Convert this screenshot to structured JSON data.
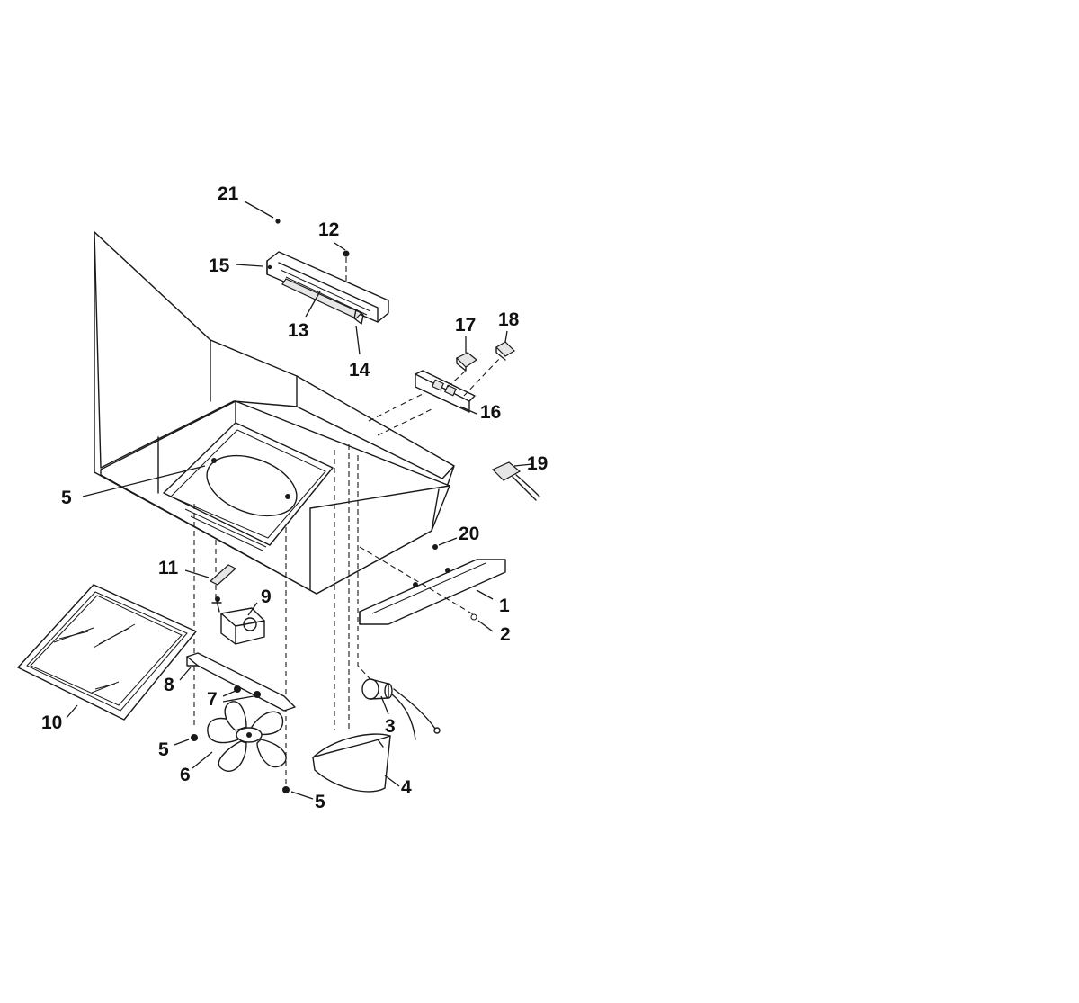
{
  "diagram": {
    "type": "exploded-parts-diagram",
    "parts": [
      {
        "id": "p1",
        "label": "1",
        "icon": "filter-bracket"
      },
      {
        "id": "p2",
        "label": "2",
        "icon": "screw"
      },
      {
        "id": "p3",
        "label": "3",
        "icon": "lamp-socket"
      },
      {
        "id": "p4",
        "label": "4",
        "icon": "duct-cover"
      },
      {
        "id": "p5a",
        "label": "5",
        "icon": "screw"
      },
      {
        "id": "p5b",
        "label": "5",
        "icon": "screw"
      },
      {
        "id": "p5c",
        "label": "5",
        "icon": "screw"
      },
      {
        "id": "p6",
        "label": "6",
        "icon": "fan-blade"
      },
      {
        "id": "p7",
        "label": "7",
        "icon": "nut"
      },
      {
        "id": "p8",
        "label": "8",
        "icon": "motor-bracket"
      },
      {
        "id": "p9",
        "label": "9",
        "icon": "motor"
      },
      {
        "id": "p10",
        "label": "10",
        "icon": "grease-filter"
      },
      {
        "id": "p11",
        "label": "11",
        "icon": "clip"
      },
      {
        "id": "p12",
        "label": "12",
        "icon": "screw"
      },
      {
        "id": "p13",
        "label": "13",
        "icon": "light-lens"
      },
      {
        "id": "p14",
        "label": "14",
        "icon": "lens-clip"
      },
      {
        "id": "p15",
        "label": "15",
        "icon": "light-housing"
      },
      {
        "id": "p16",
        "label": "16",
        "icon": "switch-plate"
      },
      {
        "id": "p17",
        "label": "17",
        "icon": "switch"
      },
      {
        "id": "p18",
        "label": "18",
        "icon": "switch-knob"
      },
      {
        "id": "p19",
        "label": "19",
        "icon": "wire-connector"
      },
      {
        "id": "p20",
        "label": "20",
        "icon": "screw"
      },
      {
        "id": "p21",
        "label": "21",
        "icon": "rivet"
      }
    ]
  }
}
